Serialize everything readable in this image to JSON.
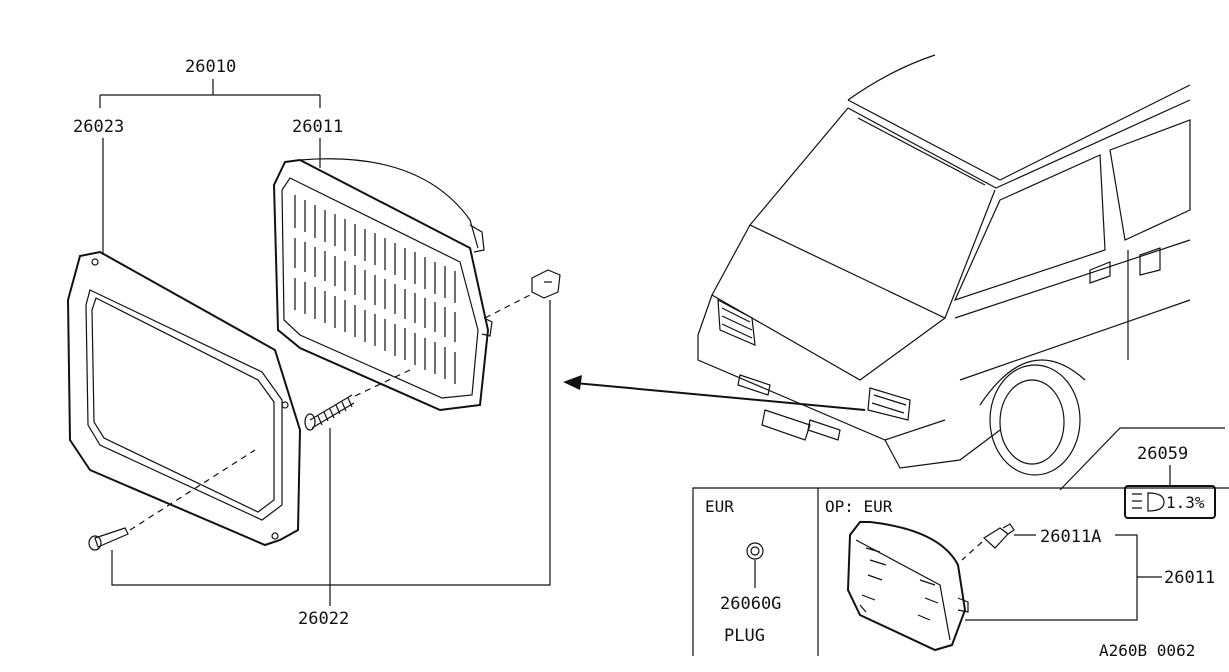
{
  "labels": {
    "assembly": "26010",
    "rim": "26023",
    "lamp_unit": "26011",
    "adjust_screw": "26022",
    "bulb_badge_part": "26059",
    "bulb_badge_text": "1.3%",
    "eur_title": "EUR",
    "plug_part": "26060G",
    "plug_label": "PLUG",
    "op_eur_title": "OP: EUR",
    "fog_bulb": "26011A",
    "fog_assembly": "26011",
    "drawing_ref": "A260B 0062"
  },
  "icons": {
    "bulb_badge": "headlamp-leveling-icon"
  }
}
